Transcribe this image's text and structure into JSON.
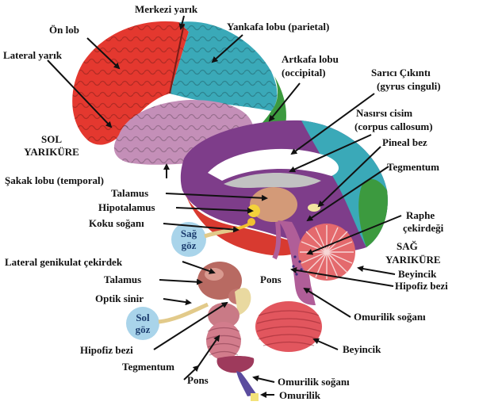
{
  "labels": {
    "merkezi_yarik": "Merkezi yarık",
    "on_lob": "Ön lob",
    "yankafa_lobu": "Yankafa lobu (parietal)",
    "lateral_yarik": "Lateral yarık",
    "artkafa_lobu_1": "Artkafa lobu",
    "artkafa_lobu_2": "(occipital)",
    "sarici_cikinti_1": "Sarıcı Çıkıntı",
    "sarici_cikinti_2": "(gyrus cinguli)",
    "nasirsi_cisim_1": "Nasırsı cisim",
    "nasirsi_cisim_2": "(corpus callosum)",
    "sol_yarikure_1": "SOL",
    "sol_yarikure_2": "YARIKÜRE",
    "pineal_bez": "Pineal bez",
    "tegmentum_top": "Tegmentum",
    "sakak_lobu": "Şakak lobu (temporal)",
    "talamus_top": "Talamus",
    "hipotalamus": "Hipotalamus",
    "koku_sogani": "Koku soğanı",
    "raphe_1": "Raphe",
    "raphe_2": "çekirdeği",
    "sag_goz_1": "Sağ",
    "sag_goz_2": "göz",
    "sag_yarikure_1": "SAĞ",
    "sag_yarikure_2": "YARIKÜRE",
    "beyincik_top": "Beyincik",
    "hipofiz_bezi_right": "Hipofiz bezi",
    "lateral_genikulat": "Lateral genikulat çekirdek",
    "pons_mid": "Pons",
    "talamus_bottom": "Talamus",
    "optik_sinir": "Optik sinir",
    "omurilik_sogani_mid": "Omurilik soğanı",
    "sol_goz_1": "Sol",
    "sol_goz_2": "göz",
    "beyincik_bottom": "Beyincik",
    "hipofiz_bezi_left": "Hipofiz bezi",
    "tegmentum_bottom": "Tegmentum",
    "pons_bottom": "Pons",
    "omurilik_sogani_bottom": "Omurilik soğanı",
    "omurilik": "Omurilik"
  },
  "colors": {
    "frontal": "#e4382f",
    "parietal": "#3aa9b8",
    "occipital": "#3c9a3f",
    "temporal": "#c48fb8",
    "arrow": "#111111",
    "eye": "#a9d4ea"
  }
}
